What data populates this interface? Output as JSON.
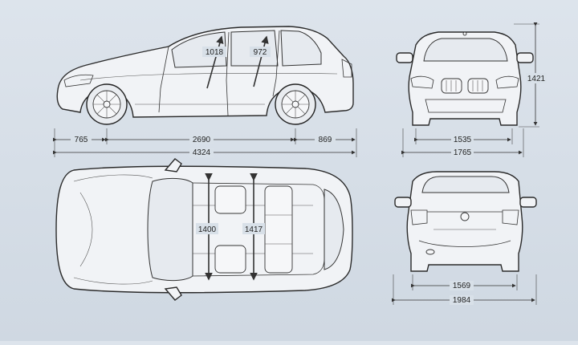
{
  "dimensions": {
    "side": {
      "front_overhang": "765",
      "wheelbase": "2690",
      "rear_overhang": "869",
      "overall_length": "4324",
      "headroom_front": "1018",
      "headroom_rear": "972"
    },
    "front": {
      "height": "1421",
      "track_front": "1535",
      "width": "1765"
    },
    "top": {
      "shoulder_front": "1400",
      "shoulder_rear": "1417"
    },
    "rear": {
      "track_rear": "1569",
      "width_mirrors": "1984"
    }
  }
}
